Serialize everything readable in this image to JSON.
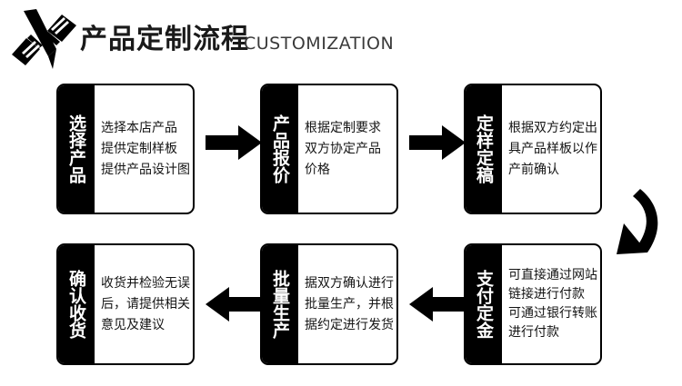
{
  "header": {
    "icon_name": "pen-brush-icon",
    "title_cn": "产品定制流程",
    "title_en": "CUSTOMIZATION"
  },
  "colors": {
    "label_background": "#000000",
    "label_text": "#ffffff",
    "body_text": "#141414",
    "box_border": "#000000",
    "page_background": "#ffffff",
    "arrow": "#000000"
  },
  "flow": {
    "steps": [
      {
        "id": "step-1",
        "label": "选择产品",
        "lines": [
          "选择本店产品",
          "提供定制样板",
          "提供产品设计图"
        ]
      },
      {
        "id": "step-2",
        "label": "产品报价",
        "lines": [
          "根据定制要求",
          "双方协定产品",
          "价格"
        ]
      },
      {
        "id": "step-3",
        "label": "定样定稿",
        "lines": [
          "根据双方约定出",
          "具产品样板以作",
          "产前确认"
        ]
      },
      {
        "id": "step-4",
        "label": "支付定金",
        "lines": [
          "可直接通过网站",
          "链接进行付款",
          "可通过银行转账",
          "进行付款"
        ]
      },
      {
        "id": "step-5",
        "label": "批量生产",
        "lines": [
          "据双方确认进行",
          "批量生产，并根",
          "据约定进行发货"
        ]
      },
      {
        "id": "step-6",
        "label": "确认收货",
        "lines": [
          "收货并检验无误",
          "后，请提供相关",
          "意见及建议"
        ]
      }
    ],
    "connectors": [
      {
        "id": "arrow-1",
        "direction": "right",
        "from": "step-1",
        "to": "step-2"
      },
      {
        "id": "arrow-2",
        "direction": "right",
        "from": "step-2",
        "to": "step-3"
      },
      {
        "id": "arrow-curve",
        "direction": "curve-down-left",
        "from": "step-3",
        "to": "step-4"
      },
      {
        "id": "arrow-4",
        "direction": "left",
        "from": "step-4",
        "to": "step-5"
      },
      {
        "id": "arrow-3",
        "direction": "left",
        "from": "step-5",
        "to": "step-6"
      }
    ]
  }
}
